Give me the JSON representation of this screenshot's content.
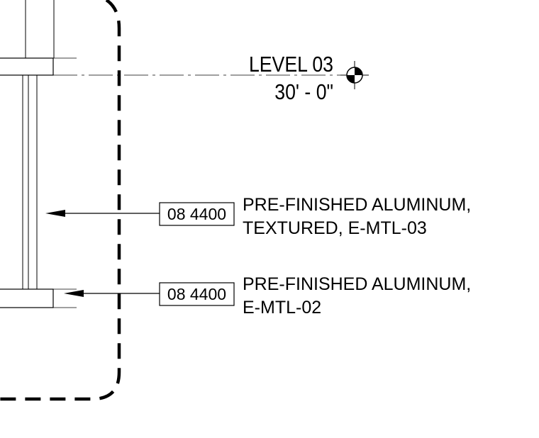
{
  "level": {
    "name": "LEVEL 03",
    "elevation": "30' - 0\""
  },
  "callouts": [
    {
      "keynote": "08 4400",
      "line1": "PRE-FINISHED ALUMINUM,",
      "line2": "TEXTURED, E-MTL-03"
    },
    {
      "keynote": "08 4400",
      "line1": "PRE-FINISHED ALUMINUM,",
      "line2": "E-MTL-02"
    }
  ]
}
